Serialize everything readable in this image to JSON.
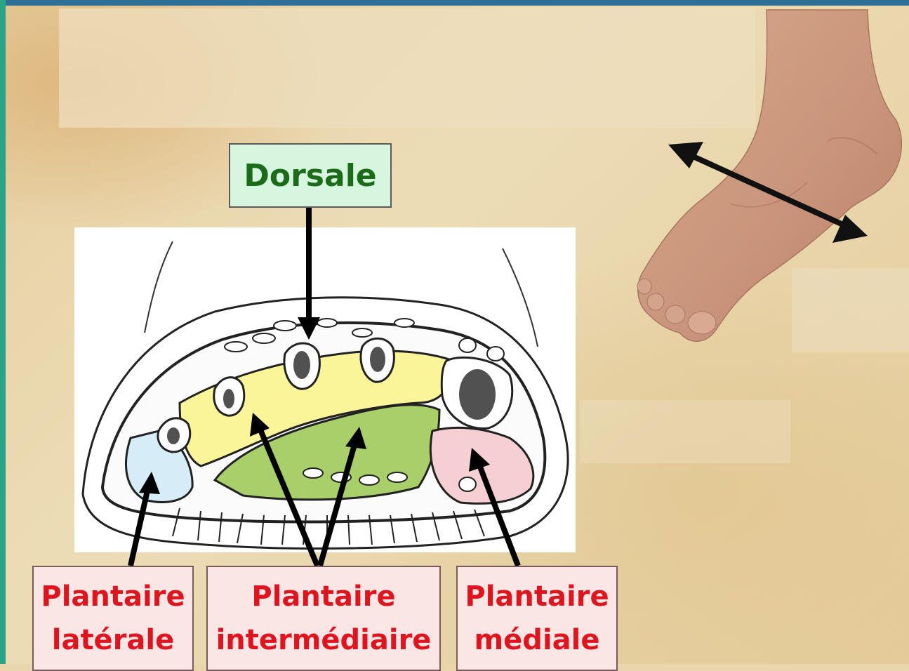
{
  "labels": {
    "dorsale": "Dorsale",
    "plantaire_laterale": "Plantaire\nlatérale",
    "plantaire_intermediaire": "Plantaire\nintermédiaire",
    "plantaire_mediale": "Plantaire\nmédiale"
  },
  "colors": {
    "dorsale_text": "#1b6b1b",
    "plantaire_text": "#e0141e",
    "compartment_lateral": "#d6ecf7",
    "compartment_intermediate": "#a9cf6a",
    "compartment_medial": "#f5cfd2",
    "compartment_interosseous": "#fbf59a",
    "arrow": "#000000",
    "accent_top": "#2e6f95",
    "accent_left": "#2aa386"
  },
  "icons": {
    "foot": "foot-illustration",
    "double_arrow": "double-arrow-icon"
  }
}
